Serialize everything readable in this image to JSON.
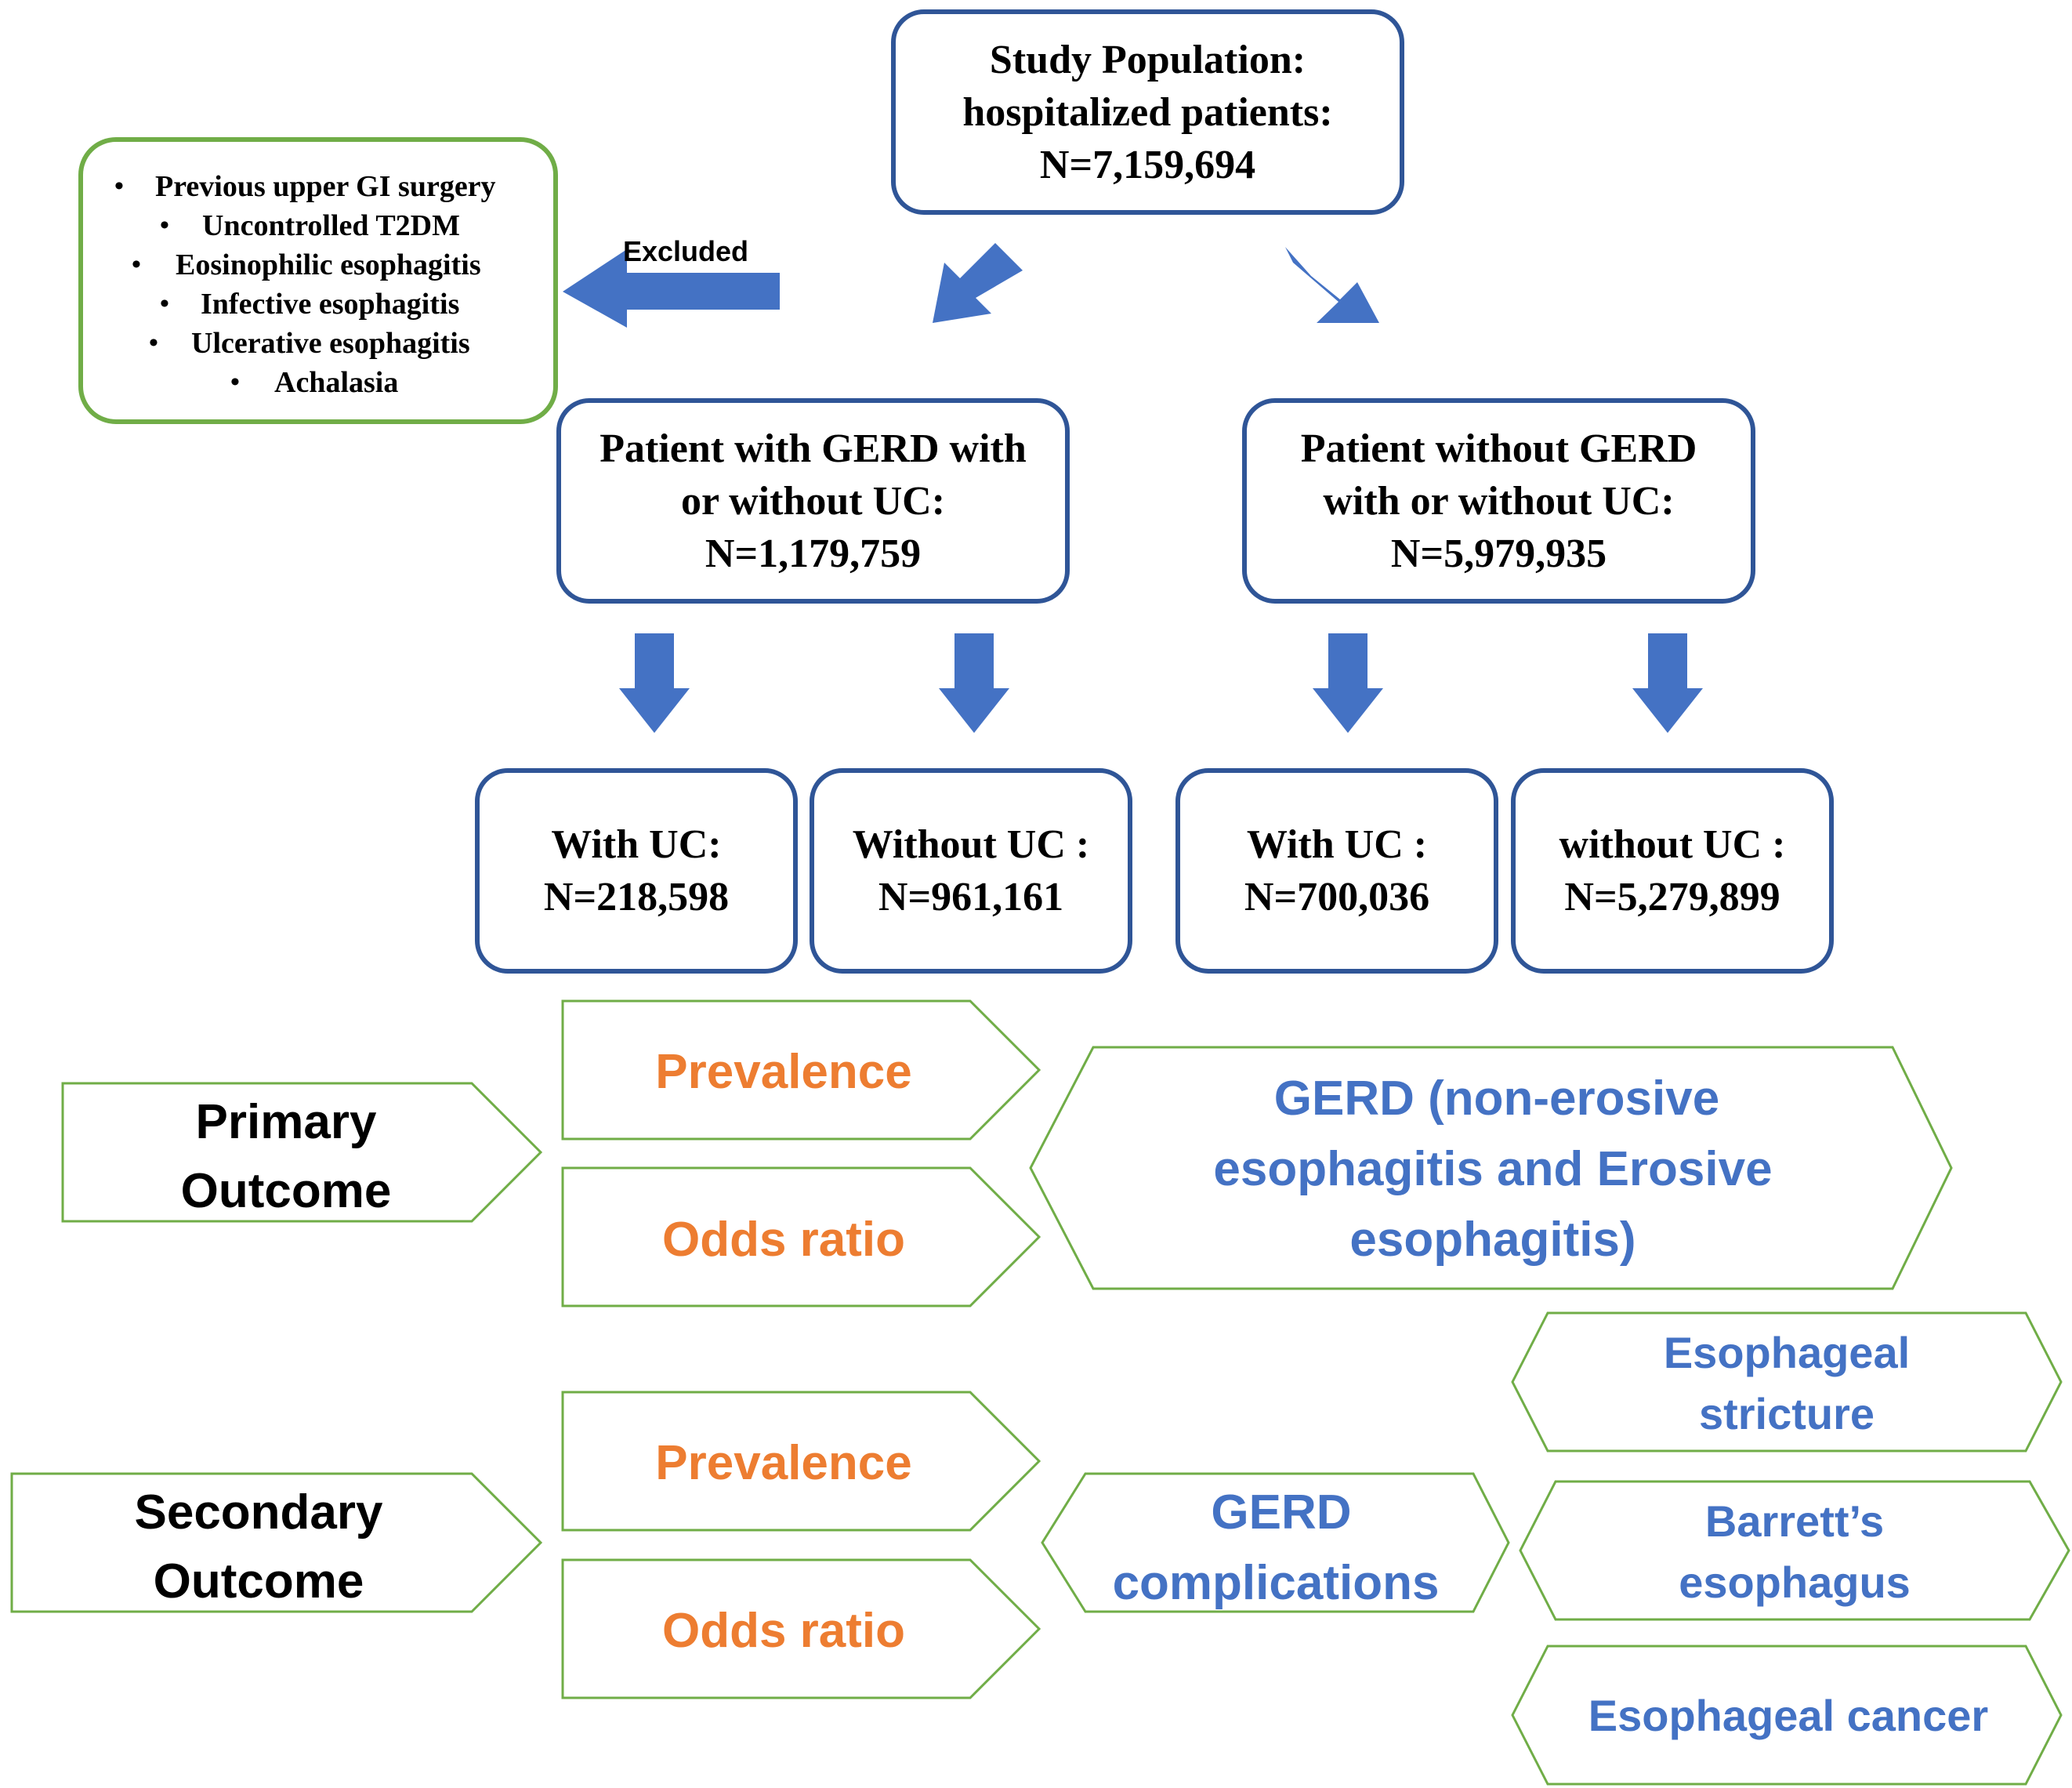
{
  "colors": {
    "box_border": "#2F5597",
    "arrow_fill": "#4472C4",
    "exclusion_border": "#70AD47",
    "chevron_border": "#70AD47",
    "orange_text": "#ED7D31",
    "blue_text": "#4472C4",
    "black_text": "#000000"
  },
  "study_population": {
    "line1": "Study Population:",
    "line2": "hospitalized patients:",
    "line3": "N=7,159,694"
  },
  "excluded_label": "Excluded",
  "exclusion_criteria": [
    "Previous upper GI surgery",
    "Uncontrolled T2DM",
    "Eosinophilic esophagitis",
    "Infective esophagitis",
    "Ulcerative esophagitis",
    "Achalasia"
  ],
  "gerd_group": {
    "line1": "Patient with GERD with",
    "line2": "or without UC:",
    "line3": "N=1,179,759"
  },
  "non_gerd_group": {
    "line1": "Patient without GERD",
    "line2": "with or without UC:",
    "line3": "N=5,979,935"
  },
  "subgroups": [
    {
      "line1": "With UC:",
      "line2": "N=218,598"
    },
    {
      "line1": "Without UC :",
      "line2": "N=961,161"
    },
    {
      "line1": "With UC :",
      "line2": "N=700,036"
    },
    {
      "line1": "without UC :",
      "line2": "N=5,279,899"
    }
  ],
  "primary_outcome": {
    "label_line1": "Primary",
    "label_line2": "Outcome",
    "measure1": "Prevalence",
    "measure2": "Odds ratio",
    "target_line1": "GERD (non-erosive",
    "target_line2": "esophagitis and Erosive",
    "target_line3": "esophagitis)"
  },
  "secondary_outcome": {
    "label_line1": "Secondary",
    "label_line2": "Outcome",
    "measure1": "Prevalence",
    "measure2": "Odds ratio",
    "target_line1": "GERD",
    "target_line2": "complications",
    "complications": [
      {
        "line1": "Esophageal",
        "line2": "stricture"
      },
      {
        "line1": "Barrett’s",
        "line2": "esophagus"
      },
      {
        "line1": "Esophageal cancer",
        "line2": ""
      }
    ]
  }
}
